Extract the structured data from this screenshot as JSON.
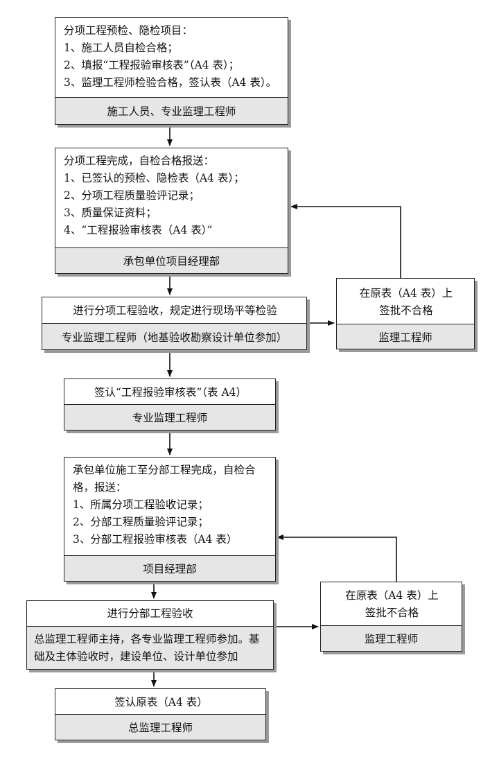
{
  "box1": {
    "lines": [
      "分项工程预检、隐检项目：",
      "1、施工人员自检合格；",
      "2、填报“工程报验审核表”（A4 表）；",
      "3、监理工程师检验合格，签认表（A4 表）。"
    ],
    "footer": "施工人员、专业监理工程师"
  },
  "box2": {
    "lines": [
      "分项工程完成，自检合格报送：",
      "1、已签认的预检、隐检表（A4 表）；",
      "2、分项工程质量验评记录；",
      "3、质量保证资料；",
      "4、“工程报验审核表（A4 表）”"
    ],
    "footer": "承包单位项目经理部"
  },
  "box3": {
    "lines": [
      "进行分项工程验收，规定进行现场平等检验"
    ],
    "footer": "专业监理工程师（地基验收勘察设计单位参加）"
  },
  "reject1": {
    "lines": [
      "在原表（A4 表）上",
      "签批不合格"
    ],
    "footer": "监理工程师"
  },
  "box4": {
    "lines": [
      "签认“工程报验审核表”（表 A4）"
    ],
    "footer": "专业监理工程师"
  },
  "box5": {
    "lines": [
      "承包单位施工至分部工程完成，自检合格，报送：",
      "1、所属分项工程验收记录；",
      "2、分部工程质量验评记录；",
      "3、分部工程报验审核表（A4 表）"
    ],
    "footer": "项目经理部"
  },
  "box6": {
    "lines": [
      "进行分部工程验收"
    ],
    "footer": "总监理工程师主持，各专业监理工程师参加。基础及主体验收时，建设单位、设计单位参加"
  },
  "reject2": {
    "lines": [
      "在原表（A4 表）上",
      "签批不合格"
    ],
    "footer": "监理工程师"
  },
  "box7": {
    "lines": [
      "签认原表（A4 表）"
    ],
    "footer": "总监理工程师"
  }
}
